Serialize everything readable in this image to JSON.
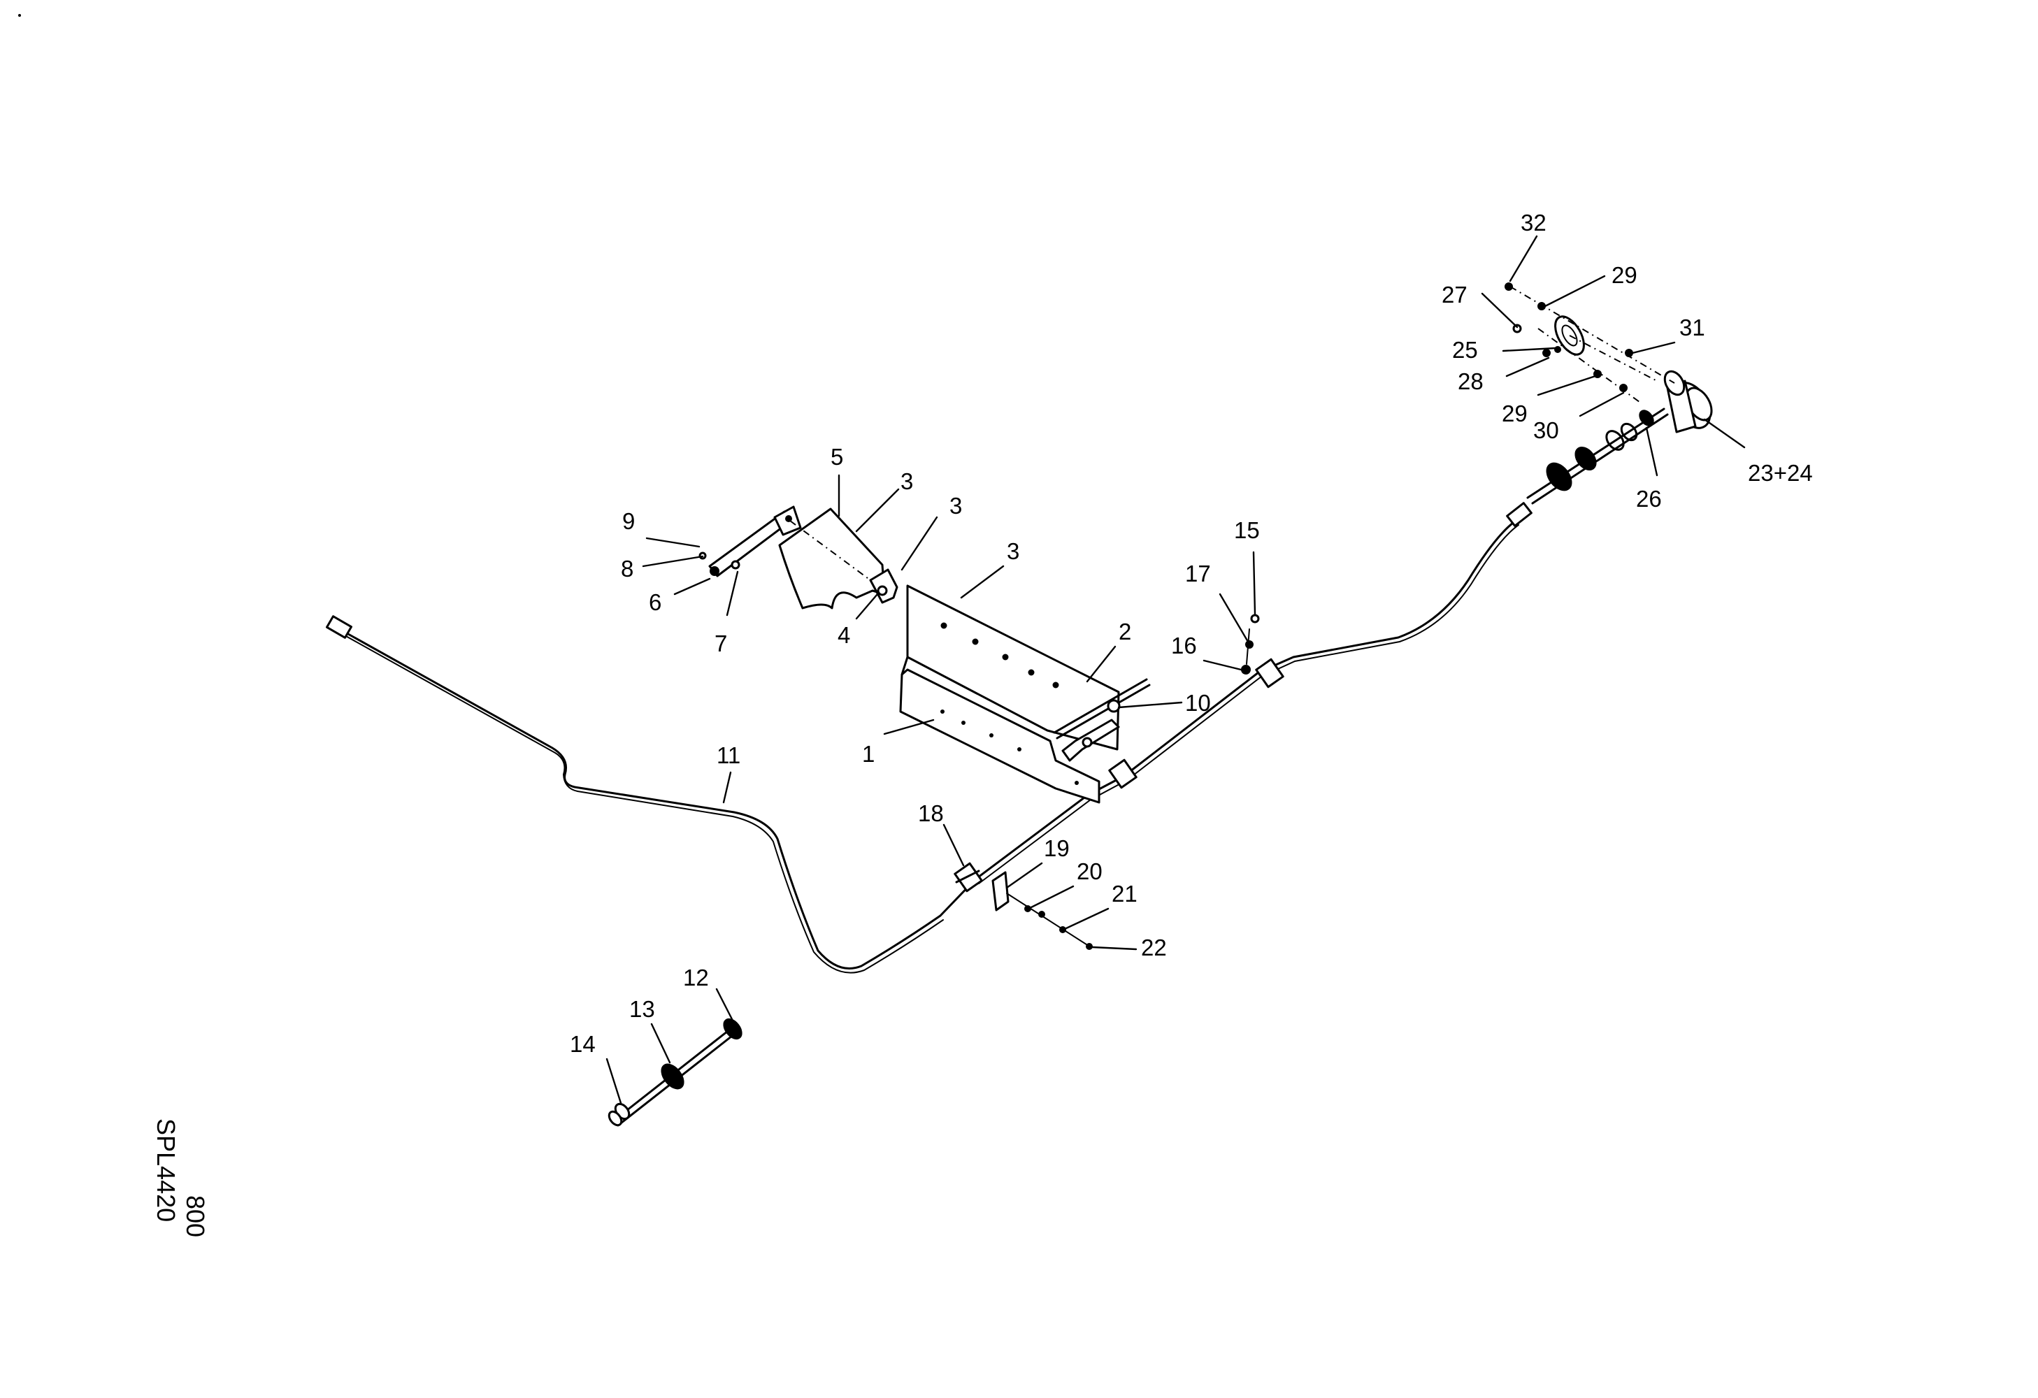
{
  "diagram": {
    "callouts": [
      {
        "id": "c1",
        "text": "1"
      },
      {
        "id": "c2",
        "text": "2"
      },
      {
        "id": "c3a",
        "text": "3"
      },
      {
        "id": "c3b",
        "text": "3"
      },
      {
        "id": "c3c",
        "text": "3"
      },
      {
        "id": "c4",
        "text": "4"
      },
      {
        "id": "c5",
        "text": "5"
      },
      {
        "id": "c6",
        "text": "6"
      },
      {
        "id": "c7",
        "text": "7"
      },
      {
        "id": "c8",
        "text": "8"
      },
      {
        "id": "c9",
        "text": "9"
      },
      {
        "id": "c10",
        "text": "10"
      },
      {
        "id": "c11",
        "text": "11"
      },
      {
        "id": "c12",
        "text": "12"
      },
      {
        "id": "c13",
        "text": "13"
      },
      {
        "id": "c14",
        "text": "14"
      },
      {
        "id": "c15",
        "text": "15"
      },
      {
        "id": "c16",
        "text": "16"
      },
      {
        "id": "c17",
        "text": "17"
      },
      {
        "id": "c18",
        "text": "18"
      },
      {
        "id": "c19",
        "text": "19"
      },
      {
        "id": "c20",
        "text": "20"
      },
      {
        "id": "c21",
        "text": "21"
      },
      {
        "id": "c22",
        "text": "22"
      },
      {
        "id": "c2324",
        "text": "23+24"
      },
      {
        "id": "c25",
        "text": "25"
      },
      {
        "id": "c26",
        "text": "26"
      },
      {
        "id": "c27",
        "text": "27"
      },
      {
        "id": "c28",
        "text": "28"
      },
      {
        "id": "c29a",
        "text": "29"
      },
      {
        "id": "c29b",
        "text": "29"
      },
      {
        "id": "c30",
        "text": "30"
      },
      {
        "id": "c31",
        "text": "31"
      },
      {
        "id": "c32",
        "text": "32"
      }
    ],
    "drawing_code": {
      "line1": "SPL4420",
      "line2": "800"
    }
  }
}
